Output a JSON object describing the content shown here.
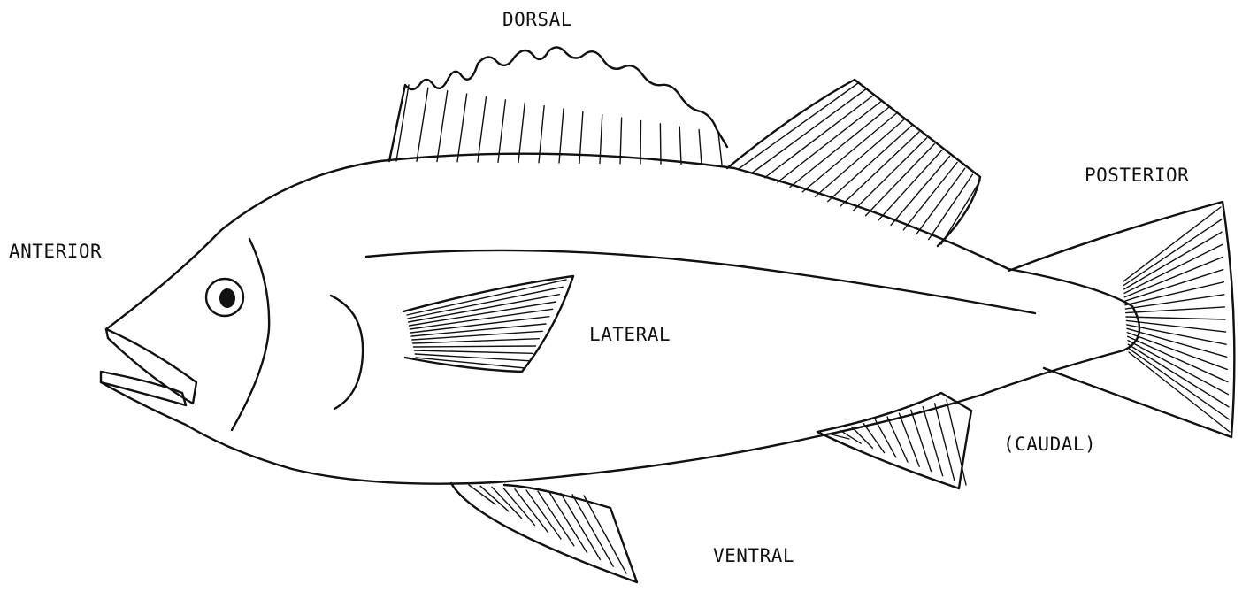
{
  "labels": {
    "dorsal": "DORSAL",
    "posterior": "POSTERIOR",
    "anterior": "ANTERIOR",
    "lateral": "LATERAL",
    "caudal": "(CAUDAL)",
    "ventral": "VENTRAL"
  },
  "colors": {
    "ink": "#111111",
    "background": "#ffffff"
  }
}
